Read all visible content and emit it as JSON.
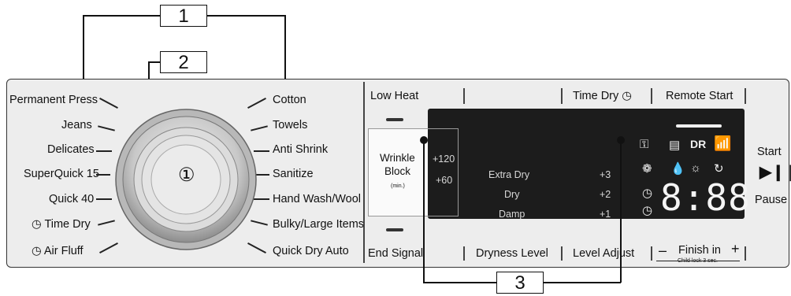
{
  "callouts": {
    "c1": "1",
    "c2": "2",
    "c3": "3"
  },
  "programs_left": [
    "Permanent Press",
    "Jeans",
    "Delicates",
    "SuperQuick 15",
    "Quick 40",
    "Time Dry",
    "Air Fluff"
  ],
  "programs_right": [
    "Cotton",
    "Towels",
    "Anti Shrink",
    "Sanitize",
    "Hand Wash/Wool",
    "Bulky/Large Items",
    "Quick Dry Auto"
  ],
  "top_buttons": {
    "low_heat": "Low Heat",
    "time_dry": "Time Dry",
    "remote_start": "Remote Start"
  },
  "bottom_buttons": {
    "end_signal": "End Signal",
    "dryness_level": "Dryness Level",
    "level_adjust": "Level Adjust",
    "finish_in": "Finish in",
    "minus": "–",
    "plus": "+",
    "child_lock": "Child lock 3 sec."
  },
  "wrinkle_block": {
    "line1": "Wrinkle",
    "line2": "Block",
    "unit": "(min.)",
    "opt1": "+120",
    "opt2": "+60"
  },
  "dryness": [
    {
      "label": "Extra Dry",
      "adj": "+3"
    },
    {
      "label": "Dry",
      "adj": "+2"
    },
    {
      "label": "Damp",
      "adj": "+1"
    }
  ],
  "display": {
    "dr": "DR",
    "digits": "8:88"
  },
  "start_pause": {
    "start": "Start",
    "pause": "Pause"
  },
  "knob_symbol": "①"
}
